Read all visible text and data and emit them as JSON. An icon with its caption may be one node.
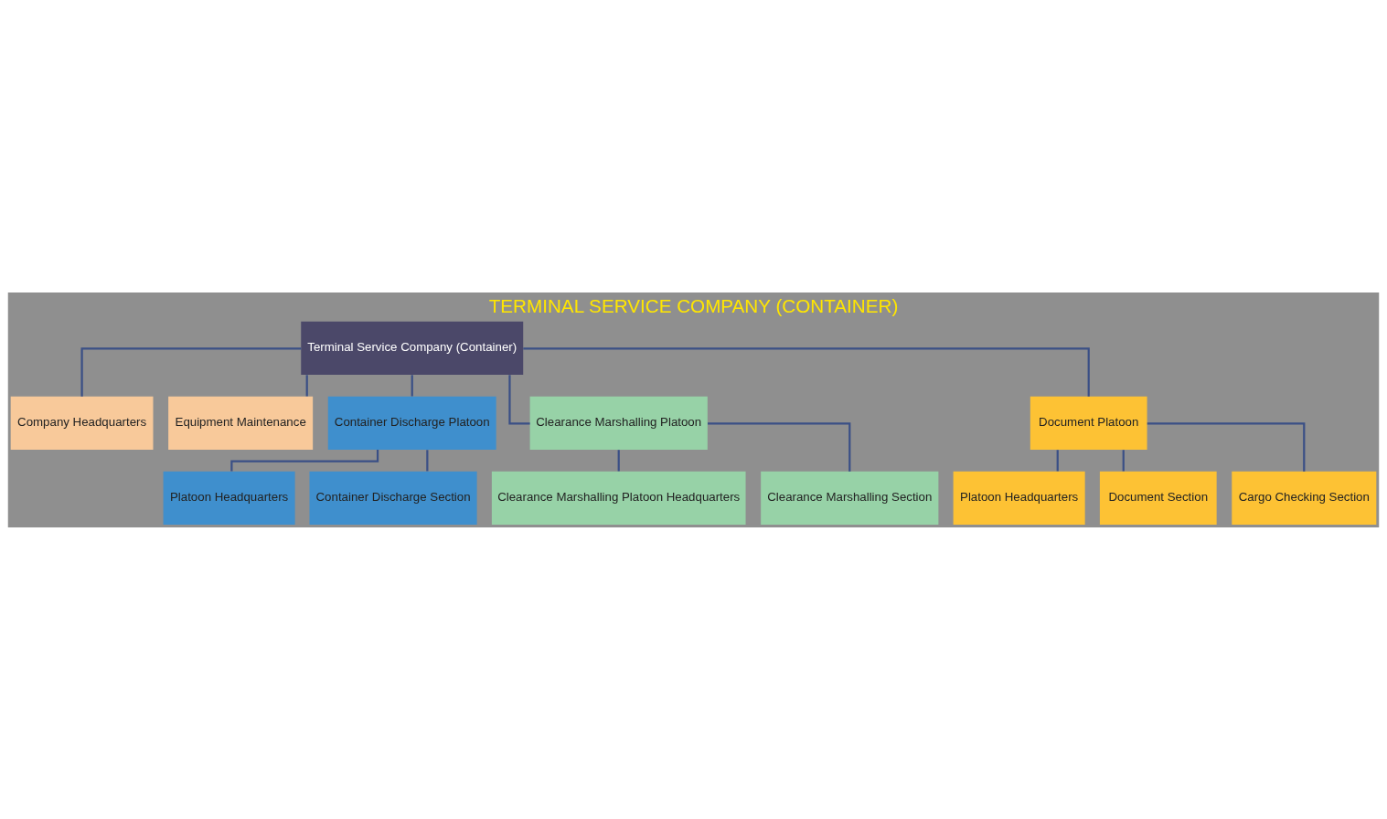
{
  "diagram": {
    "title": "TERMINAL SERVICE COMPANY (CONTAINER)",
    "nodes": [
      {
        "text": [
          "Terminal Service Company (Container)"
        ]
      },
      {
        "text": [
          "Company Headquarters"
        ]
      },
      {
        "text": [
          "Equipment Maintenance"
        ]
      },
      {
        "text": [
          "Container Discharge Platoon"
        ]
      },
      {
        "text": [
          "Clearance Marshalling Platoon"
        ]
      },
      {
        "text": [
          "Document Platoon"
        ]
      },
      {
        "text": [
          "Platoon Headquarters"
        ]
      },
      {
        "text": [
          "Container Discharge Section"
        ]
      },
      {
        "text": [
          "Clearance Marshalling Platoon Headquarters"
        ]
      },
      {
        "text": [
          "Clearance Marshalling Section"
        ]
      },
      {
        "text": [
          "Platoon Headquarters"
        ]
      },
      {
        "text": [
          "Document Section"
        ]
      },
      {
        "text": [
          "Cargo Checking Section"
        ]
      }
    ],
    "edges": [
      {
        "from": 0,
        "to": 1,
        "arrow": "none"
      },
      {
        "from": 0,
        "to": 2,
        "arrow": "none"
      },
      {
        "from": 0,
        "to": 3,
        "arrow": "none"
      },
      {
        "from": 0,
        "to": 4,
        "arrow": "none"
      },
      {
        "from": 0,
        "to": 5,
        "arrow": "none"
      },
      {
        "from": 3,
        "to": 6,
        "arrow": "none"
      },
      {
        "from": 3,
        "to": 7,
        "arrow": "none"
      },
      {
        "from": 4,
        "to": 8,
        "arrow": "none"
      },
      {
        "from": 4,
        "to": 9,
        "arrow": "none"
      },
      {
        "from": 5,
        "to": 10,
        "arrow": "none"
      },
      {
        "from": 5,
        "to": 11,
        "arrow": "none"
      },
      {
        "from": 5,
        "to": 12,
        "arrow": "none"
      }
    ]
  }
}
